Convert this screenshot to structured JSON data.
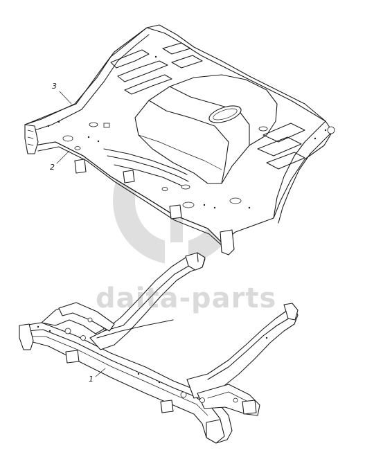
{
  "callouts": {
    "part_1": "1",
    "part_2": "2",
    "part_3": "3"
  },
  "watermark": {
    "text": "daita-parts",
    "color": "#9a9a9a"
  },
  "colors": {
    "line": "#1a1a1a",
    "background": "#ffffff"
  }
}
